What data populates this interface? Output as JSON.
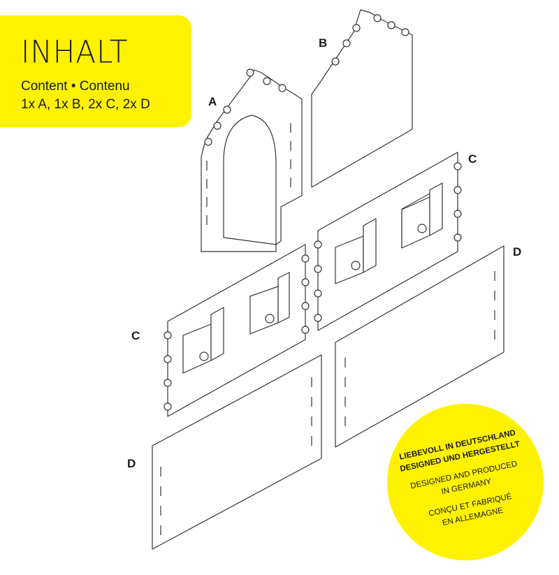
{
  "header": {
    "title": "INHALT",
    "line1": "Content • Contenu",
    "line2": "1x A, 1x B, 2x C, 2x D"
  },
  "labels": {
    "a": "A",
    "b": "B",
    "c_top": "C",
    "c_left": "C",
    "d_top": "D",
    "d_left": "D"
  },
  "seal": {
    "line1": "LIEBEVOLL IN DEUTSCHLAND",
    "line2": "DESIGNED UND HERGESTELLT",
    "line3": "DESIGNED AND PRODUCED",
    "line4": "IN GERMANY",
    "line5": "CONÇU ET FABRIQUÉ",
    "line6": "EN ALLEMAGNE"
  },
  "colors": {
    "accent": "#fff200",
    "line": "#333333"
  }
}
